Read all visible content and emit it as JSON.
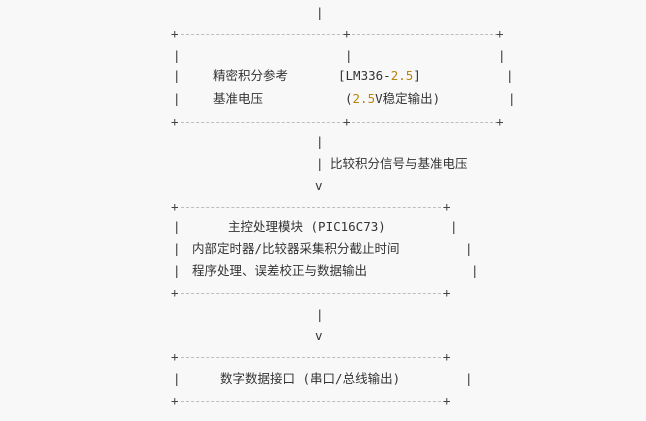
{
  "symbols": {
    "pipe": "|",
    "plus": "+",
    "arrow": "v"
  },
  "box1": {
    "row1_left": "精密积分参考",
    "row1_right_pre": "[LM336-",
    "row1_right_num": "2.5",
    "row1_right_post": "]",
    "row2_left": "基准电压",
    "row2_right_pre": "(",
    "row2_right_num": "2.5",
    "row2_right_post": "V稳定输出)"
  },
  "arrow1_label": "比较积分信号与基准电压",
  "box2": {
    "row1": "主控处理模块 (PIC16C73)",
    "row2": "内部定时器/比较器采集积分截止时间",
    "row3": "程序处理、误差校正与数据输出"
  },
  "box3": {
    "row1": "数字数据接口 (串口/总线输出)"
  }
}
